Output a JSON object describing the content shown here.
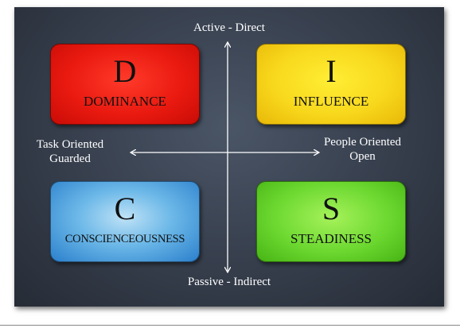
{
  "quadrants": {
    "d": {
      "letter": "D",
      "word": "DOMINANCE",
      "color": "#e8190f"
    },
    "i": {
      "letter": "I",
      "word": "INFLUENCE",
      "color": "#f8d81c"
    },
    "c": {
      "letter": "C",
      "word": "CONSCIENCEOUSNESS",
      "color": "#3a8fd6"
    },
    "s": {
      "letter": "S",
      "word": "STEADINESS",
      "color": "#6cd830"
    }
  },
  "axes": {
    "top": "Active - Direct",
    "bottom": "Passive - Indirect",
    "left_line1": "Task Oriented",
    "left_line2": "Guarded",
    "right_line1": "People Oriented",
    "right_line2": "Open"
  },
  "colors": {
    "background": "#363e4c",
    "axis": "#ffffff"
  }
}
